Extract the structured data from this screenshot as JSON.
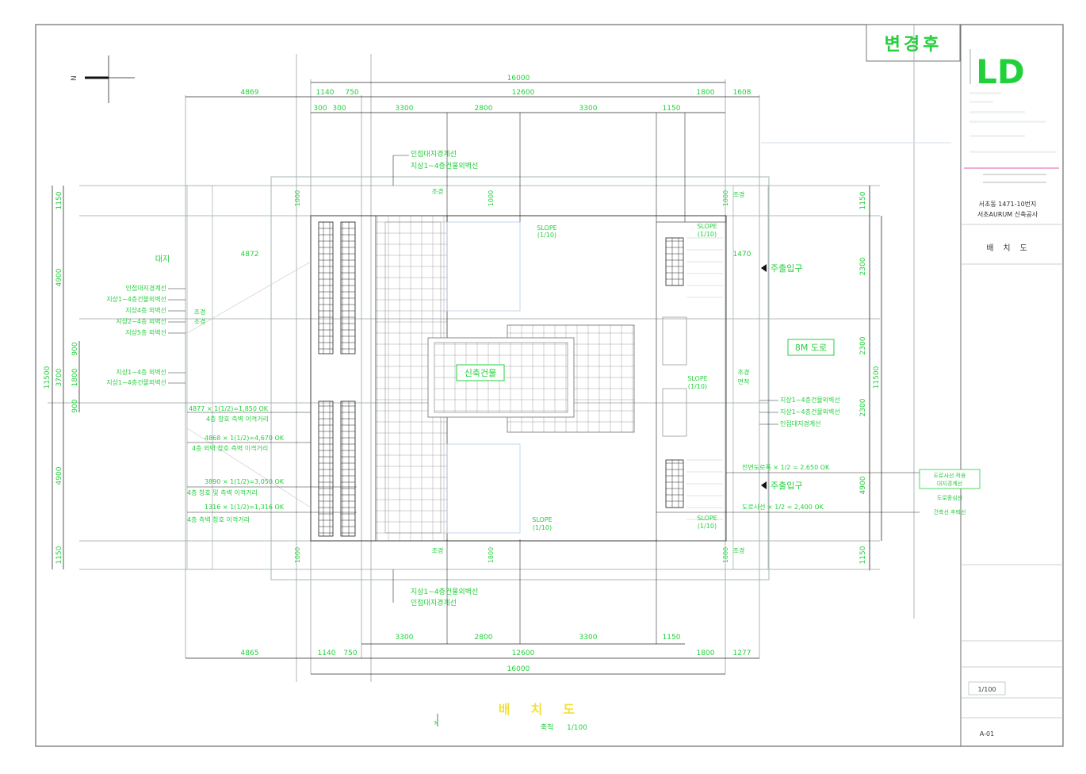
{
  "title_stamp": "변경후",
  "logo": {
    "text": "LD",
    "lines": [
      "",
      "",
      ""
    ]
  },
  "titleblock": {
    "address": "서초동 1471-10번지",
    "project": "서초AURUM 신축공사",
    "drawing_title": "배치도",
    "scale_box": "1/100",
    "sheet_no": "A-01"
  },
  "north_label": "N",
  "top_dims": {
    "total": "16000",
    "main": "12600",
    "left_setback": "4869",
    "row1": [
      "1140",
      "750",
      "1800",
      "1608"
    ],
    "row2": [
      "300",
      "300",
      "3300",
      "2800",
      "3300",
      "1150"
    ]
  },
  "bottom_dims": {
    "total": "16000",
    "main": "12600",
    "left_setback": "4865",
    "row1": [
      "1140",
      "750",
      "1800",
      "1277"
    ],
    "row2": [
      "3300",
      "2800",
      "3300",
      "1150"
    ]
  },
  "left_dims": {
    "total": "11500",
    "parts": [
      "1150",
      "4900",
      "3700",
      "4900",
      "1150"
    ],
    "inner": [
      "900",
      "1800",
      "900"
    ]
  },
  "right_dims": {
    "total": "11500",
    "parts": [
      "1150",
      "2300",
      "2300",
      "2300",
      "4900",
      "1150"
    ]
  },
  "labels": {
    "new_building": "신축건물",
    "road": "8M 도로",
    "entrance_top": "주출입구",
    "entrance_bottom": "주출입구",
    "step": "1470",
    "dim_4872": "4872",
    "slope_1": "SLOPE",
    "slope_1b": "(1/10)",
    "slope_2": "SLOPE",
    "slope_2b": "(1/10)",
    "slope_3": "SLOPE",
    "slope_3b": "(1/10)",
    "slope_4": "SLOPE",
    "slope_4b": "(1/10)",
    "slope_5": "SLOPE",
    "slope_5b": "(1/10)",
    "landscape": [
      "조경",
      "면적"
    ],
    "note_left": "대지",
    "top_note_1": "인접대지경계선",
    "top_note_2": "지상1~4층건물외벽선",
    "bottom_note_1": "지상1~4층건물외벽선",
    "bottom_note_2": "인접대지경계선",
    "left_notes": [
      "인접대지경계선",
      "지상1~4층건물외벽선",
      "지상4층 외벽선",
      "지상2~4층 외벽선",
      "지상5층 외벽선"
    ],
    "left_notes_2": [
      "지상1~4층 외벽선",
      "지상1~4층건물외벽선"
    ],
    "left_calc": [
      "4877 × 1(1/2)=1,850 OK",
      "4층 창호 측벽 이격거리",
      "4868 × 1(1/2)=4,670 OK",
      "4층 외벽 창호 측벽 이격거리",
      "3890 × 1(1/2)=3,050 OK",
      "4층 창호 및 측벽 이격거리",
      "1316 × 1(1/2)=1,316 OK",
      "4층 측벽 창호 이격거리"
    ],
    "right_notes": [
      "지상1~4층건물외벽선",
      "지상1~4층건물외벽선",
      "인접대지경계선"
    ],
    "right_calc_1": "전면도로폭 × 1/2 = 2,650 OK",
    "right_calc_2": "도로사선 × 1/2 = 2,400 OK",
    "right_box": [
      "도로사선 적용",
      "대지경계선",
      "도로중심선",
      "건축선 후퇴선"
    ],
    "small_marks": [
      "조경",
      "조경",
      "조경",
      "조경",
      "조경",
      "조경"
    ]
  },
  "dims_misc": {
    "a": "1000",
    "b": "1000",
    "c": "1000",
    "d": "1000",
    "e": "1800",
    "f": "1000"
  },
  "footer": {
    "title": "배치도",
    "scale_label": "축척",
    "scale": "1/100",
    "north": "N"
  },
  "colors": {
    "green": "#22d03a",
    "line": "#9aa2a2",
    "cad": "#3a3a3a",
    "accent": "#b8c9f0",
    "pink": "#e05aa8"
  }
}
